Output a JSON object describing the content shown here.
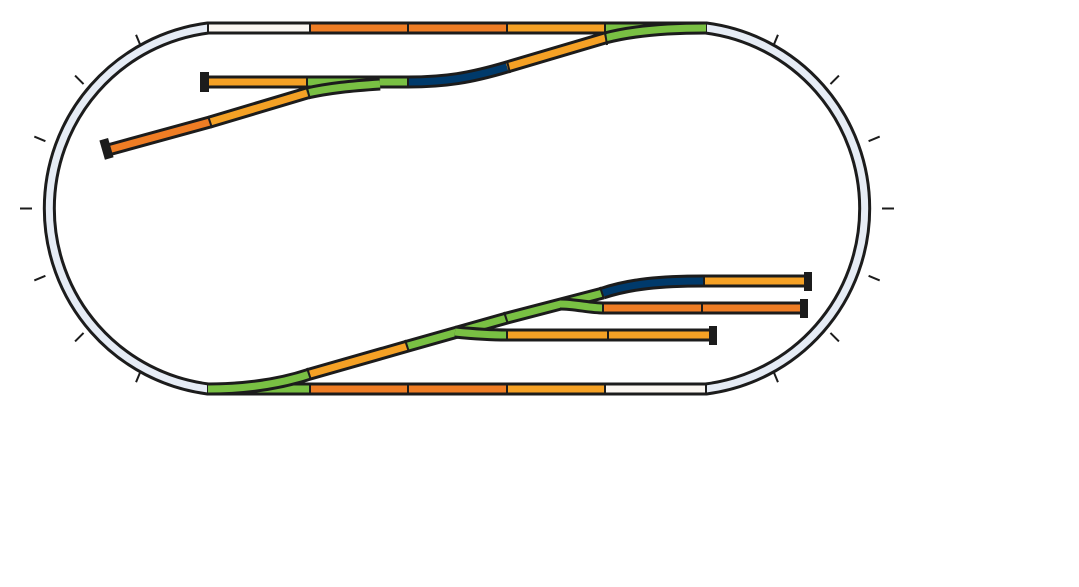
{
  "diagram": {
    "type": "model-railway-track-plan",
    "palette": {
      "curve": "#e6ecf5",
      "straight_white": "#fbf7f2",
      "straight_orange": "#ef7d24",
      "straight_yellow": "#f5a125",
      "switch_green": "#79c043",
      "curve_navy": "#003a6b",
      "outline": "#1c1c1c"
    },
    "pieces": [
      {
        "role": "outer-loop-left-curve",
        "color": "curve",
        "segments": 8
      },
      {
        "role": "outer-loop-right-curve",
        "color": "curve",
        "segments": 8
      },
      {
        "role": "top-straight",
        "colors": [
          "straight_white",
          "straight_orange",
          "straight_orange",
          "straight_yellow",
          "switch_green"
        ]
      },
      {
        "role": "bottom-straight",
        "colors": [
          "switch_green",
          "straight_orange",
          "straight_orange",
          "straight_yellow",
          "straight_white"
        ]
      },
      {
        "role": "upper-siding",
        "colors": [
          "straight_yellow",
          "switch_green",
          "curve_navy",
          "straight_yellow"
        ],
        "buffer_stops": 1
      },
      {
        "role": "upper-spur",
        "colors": [
          "straight_orange",
          "straight_yellow"
        ],
        "buffer_stops": 1
      },
      {
        "role": "yard-track-1",
        "colors": [
          "curve_navy",
          "straight_yellow"
        ],
        "buffer_stops": 1
      },
      {
        "role": "yard-track-2",
        "colors": [
          "straight_orange",
          "straight_orange"
        ],
        "buffer_stops": 1
      },
      {
        "role": "yard-track-3",
        "colors": [
          "straight_yellow",
          "straight_yellow"
        ],
        "buffer_stops": 1
      }
    ]
  }
}
